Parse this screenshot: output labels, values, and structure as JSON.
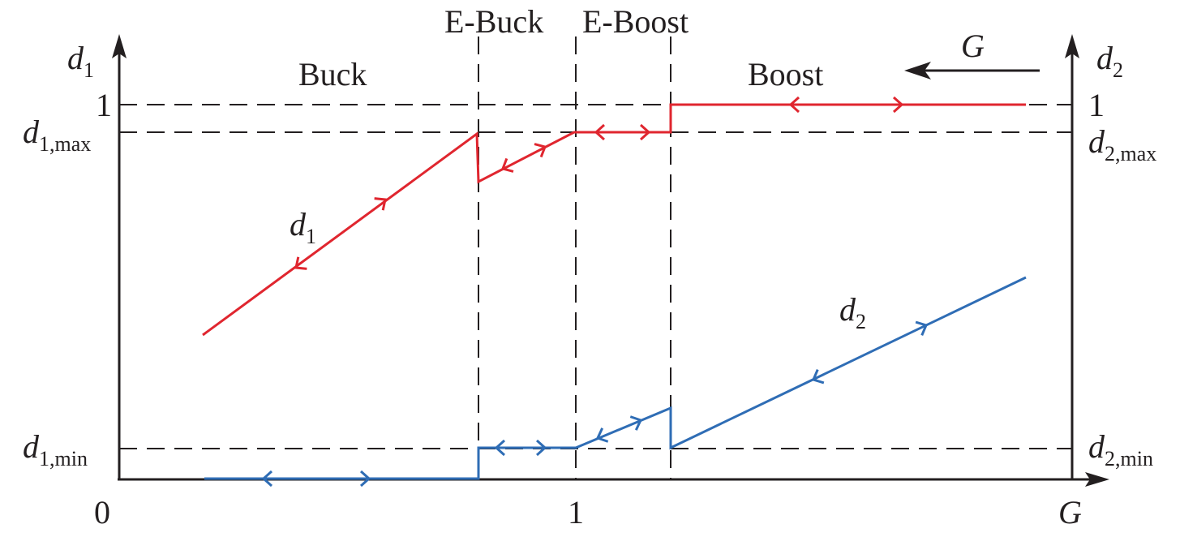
{
  "axes": {
    "left_label": {
      "var": "d",
      "sub": "1"
    },
    "right_label": {
      "var": "d",
      "sub": "2"
    },
    "x_label": "G",
    "x_ticks": [
      "0",
      "1"
    ]
  },
  "regions": [
    "Buck",
    "E-Buck",
    "E-Boost",
    "Boost"
  ],
  "direction_label": "G",
  "left_levels": [
    {
      "text": "1"
    },
    {
      "var": "d",
      "sub": "1,max"
    },
    {
      "var": "d",
      "sub": "1,min"
    }
  ],
  "right_levels": [
    {
      "text": "1"
    },
    {
      "var": "d",
      "sub": "2,max"
    },
    {
      "var": "d",
      "sub": "2,min"
    }
  ],
  "curves": [
    {
      "var": "d",
      "sub": "1",
      "color": "#e0262f"
    },
    {
      "var": "d",
      "sub": "2",
      "color": "#2f6db5"
    }
  ]
}
